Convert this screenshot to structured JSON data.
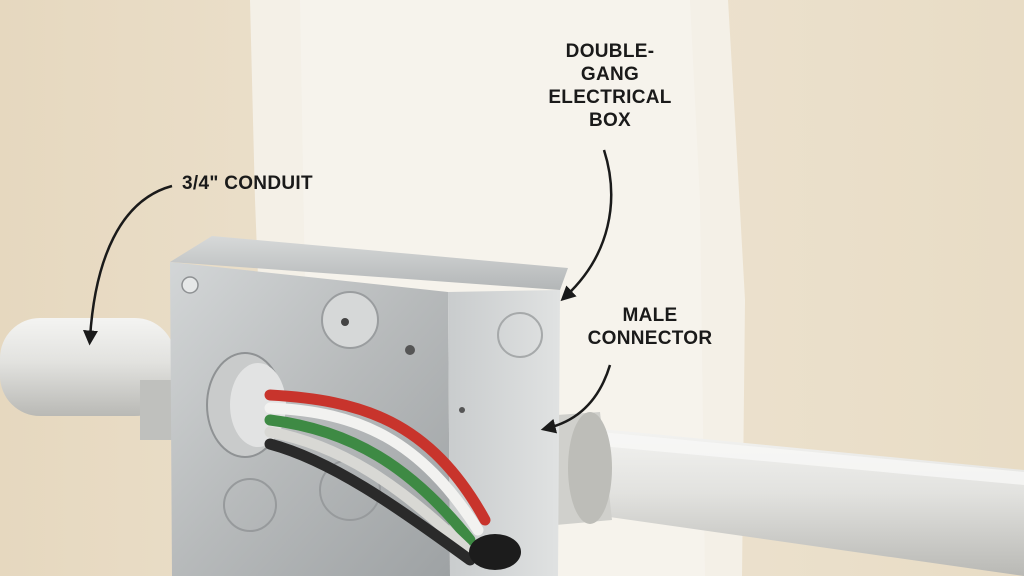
{
  "labels": {
    "conduit": "3/4\" CONDUIT",
    "box_line1": "DOUBLE-",
    "box_line2": "GANG",
    "box_line3": "ELECTRICAL",
    "box_line4": "BOX",
    "connector_line1": "MALE",
    "connector_line2": "CONNECTOR"
  },
  "colors": {
    "wall": "#e9ddc7",
    "drywall_patch": "#f3efe6",
    "conduit": "#e4e4e2",
    "box_metal": "#c2c5c6",
    "wire_red": "#c8342c",
    "wire_green": "#3e8a44",
    "wire_white": "#f2f2f0",
    "wire_black": "#1c1c1c",
    "label_text": "#1a1a1a"
  }
}
